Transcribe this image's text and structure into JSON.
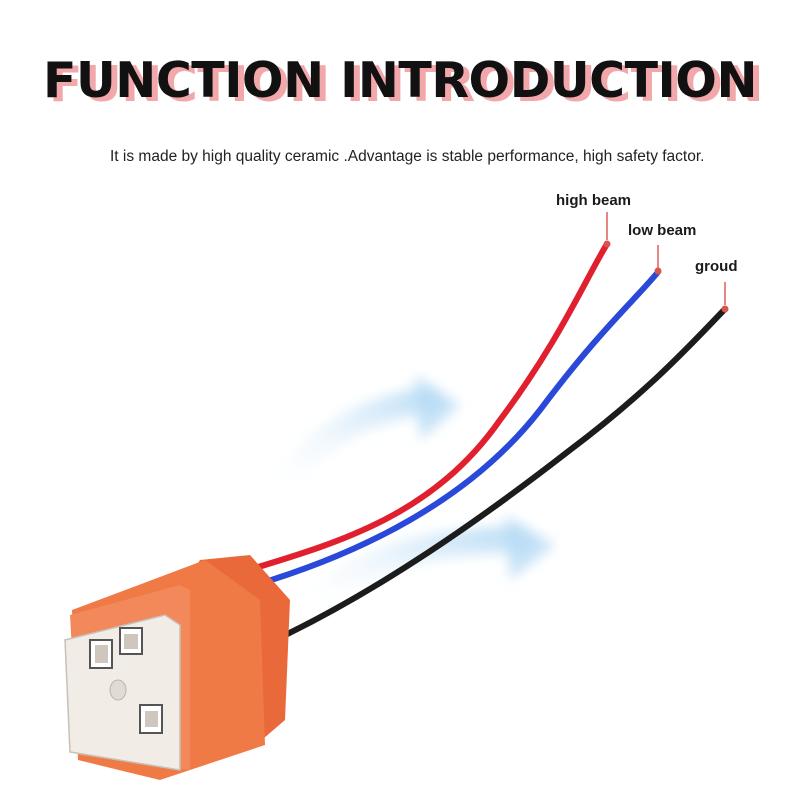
{
  "title": "FUNCTION INTRODUCTION",
  "description": "It is made by high quality ceramic .Advantage is stable performance, high safety factor.",
  "wire_labels": {
    "high_beam": "high beam",
    "low_beam": "low beam",
    "ground": "groud"
  },
  "colors": {
    "title_text": "#111111",
    "title_shadow": "#f2a7ab",
    "wire_red": "#e0202e",
    "wire_blue": "#2a49d8",
    "wire_black": "#1c1c1c",
    "housing": "#f07a45",
    "ceramic": "#f1ece6",
    "marker": "#d9534f",
    "arrow_glow": "#cfe6f7"
  },
  "icons": [
    "arrow-glow-icon",
    "socket-connector-icon"
  ]
}
